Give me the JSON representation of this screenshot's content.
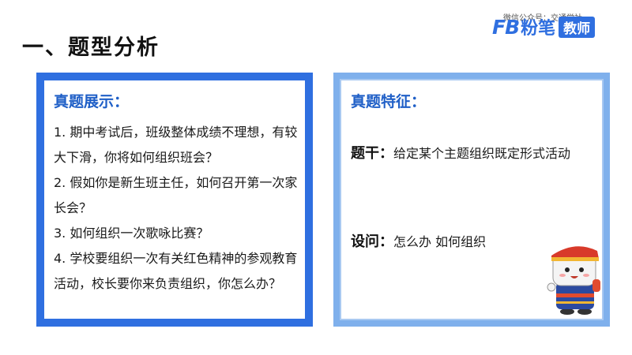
{
  "heading": "一、题型分析",
  "watermark": "微信公众号：交通学社",
  "logo": {
    "letters": "FB",
    "brand": "粉笔",
    "badge": "教师"
  },
  "left_panel": {
    "title": "真题展示：",
    "questions": [
      "1. 期中考试后，班级整体成绩不理想，有较大下滑，你将如何组织班会？",
      "2. 假如你是新生班主任，如何召开第一次家长会？",
      "3. 如何组织一次歌咏比赛？",
      "4.  学校要组织一次有关红色精神的参观教育活动，校长要你来负责组织，你怎么办？"
    ]
  },
  "right_panel": {
    "title": "真题特征：",
    "stem_key": "题干：",
    "stem_value": "给定某个主题组织既定形式活动",
    "ask_key": "设问：",
    "ask_value": "怎么办 如何组织"
  },
  "colors": {
    "accent": "#2f6fe0",
    "light_accent": "#7fb0ec",
    "title": "#1f5fc7"
  },
  "icons": {
    "mascot": "cartoon-mascot-icon"
  }
}
